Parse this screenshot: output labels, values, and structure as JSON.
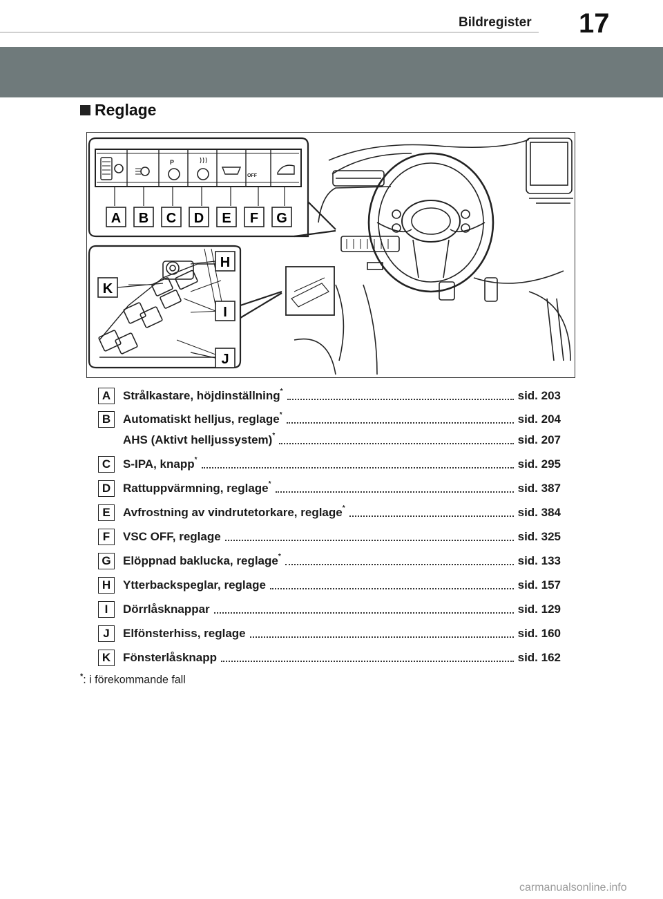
{
  "header": {
    "title": "Bildregister",
    "page_number": "17"
  },
  "section": {
    "title": "Reglage"
  },
  "figure": {
    "callouts_top": [
      "A",
      "B",
      "C",
      "D",
      "E",
      "F",
      "G"
    ],
    "callouts_door": [
      "H",
      "K",
      "I",
      "J"
    ],
    "switch_labels": {
      "c_p": "P",
      "f_off": "OFF"
    }
  },
  "items": [
    {
      "letter": "A",
      "text": "Strålkastare, höjdinställning",
      "asterisk": "*",
      "page": "sid. 203"
    },
    {
      "letter": "B",
      "text": "Automatiskt helljus, reglage",
      "asterisk": "*",
      "page": "sid. 204"
    },
    {
      "letter": "",
      "text": "AHS (Aktivt helljussystem)",
      "asterisk": "*",
      "page": "sid. 207"
    },
    {
      "letter": "C",
      "text": "S-IPA, knapp",
      "asterisk": "*",
      "page": "sid. 295"
    },
    {
      "letter": "D",
      "text": "Rattuppvärmning, reglage",
      "asterisk": "*",
      "page": "sid. 387"
    },
    {
      "letter": "E",
      "text": "Avfrostning av vindrutetorkare, reglage",
      "asterisk": "*",
      "page": "sid. 384"
    },
    {
      "letter": "F",
      "text": "VSC OFF, reglage",
      "asterisk": "",
      "page": "sid. 325"
    },
    {
      "letter": "G",
      "text": "Elöppnad baklucka, reglage",
      "asterisk": "*",
      "page": "sid. 133"
    },
    {
      "letter": "H",
      "text": "Ytterbackspeglar, reglage",
      "asterisk": "",
      "page": "sid. 157"
    },
    {
      "letter": "I",
      "text": "Dörrlåsknappar",
      "asterisk": "",
      "page": "sid. 129"
    },
    {
      "letter": "J",
      "text": "Elfönsterhiss, reglage",
      "asterisk": "",
      "page": "sid. 160"
    },
    {
      "letter": "K",
      "text": "Fönsterlåsknapp",
      "asterisk": "",
      "page": "sid. 162"
    }
  ],
  "footnote": {
    "mark": "*",
    "text": ": i förekommande fall"
  },
  "watermark": "carmanualsonline.info"
}
